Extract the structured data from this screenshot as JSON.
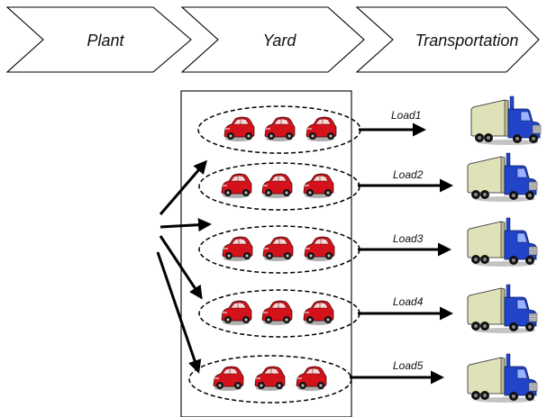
{
  "stages": [
    {
      "label": "Plant"
    },
    {
      "label": "Yard"
    },
    {
      "label": "Transportation"
    }
  ],
  "loads": [
    {
      "label": "Load1",
      "cars": 3
    },
    {
      "label": "Load2",
      "cars": 3
    },
    {
      "label": "Load3",
      "cars": 3
    },
    {
      "label": "Load4",
      "cars": 3
    },
    {
      "label": "Load5",
      "cars": 3
    }
  ],
  "icons": {
    "car": "car-icon",
    "truck": "truck-icon"
  },
  "colors": {
    "car_body": "#d4121c",
    "truck_cab": "#2144c8",
    "truck_trailer": "#dfe1b9",
    "arrow": "#000000"
  }
}
